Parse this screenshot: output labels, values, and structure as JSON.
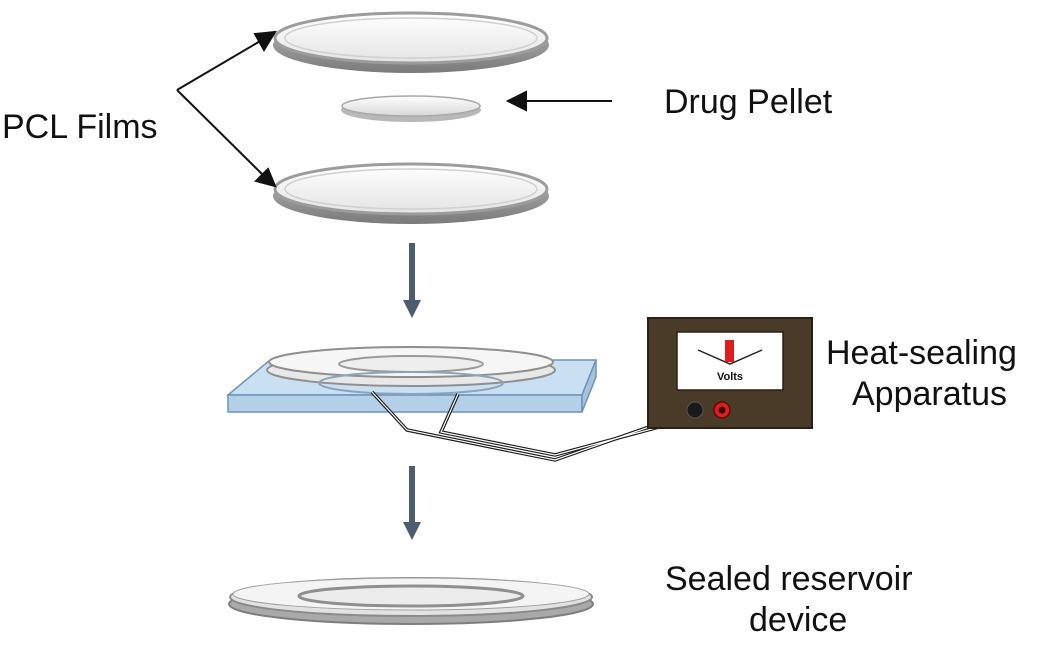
{
  "labels": {
    "pcl_films": "PCL Films",
    "drug_pellet": "Drug Pellet",
    "heat_sealing_line1": "Heat-sealing",
    "heat_sealing_line2": "Apparatus",
    "sealed_line1": "Sealed reservoir",
    "sealed_line2": "device"
  },
  "meter": {
    "unit": "Volts"
  },
  "colors": {
    "film_edge": "#8f8f8f",
    "film_face": "#f1f1f1",
    "glass_plate": "#c9dff2",
    "glass_edge": "#6c94b8",
    "apparatus_body": "#4a3a28",
    "flow_arrow": "#4d5d70",
    "needle": "#e01c1c",
    "terminal_red": "#e01c1c",
    "terminal_black": "#1a1a1a"
  }
}
